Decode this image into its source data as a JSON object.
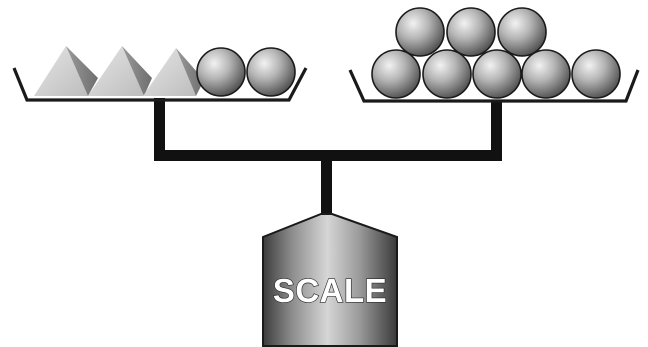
{
  "scale": {
    "label": "SCALE"
  },
  "left_pan": {
    "pyramids": 3,
    "balls": 2
  },
  "right_pan": {
    "balls_bottom_row": 5,
    "balls_top_row": 3
  },
  "colors": {
    "outline": "#1a1a1a",
    "beam": "#111111",
    "ball_light": "#eeeeee",
    "ball_dark": "#555555",
    "pyramid_light": "#d8d8d8",
    "pyramid_dark": "#8c8c8c",
    "body_light": "#d0d0d0",
    "body_dark": "#3a3a3a"
  }
}
